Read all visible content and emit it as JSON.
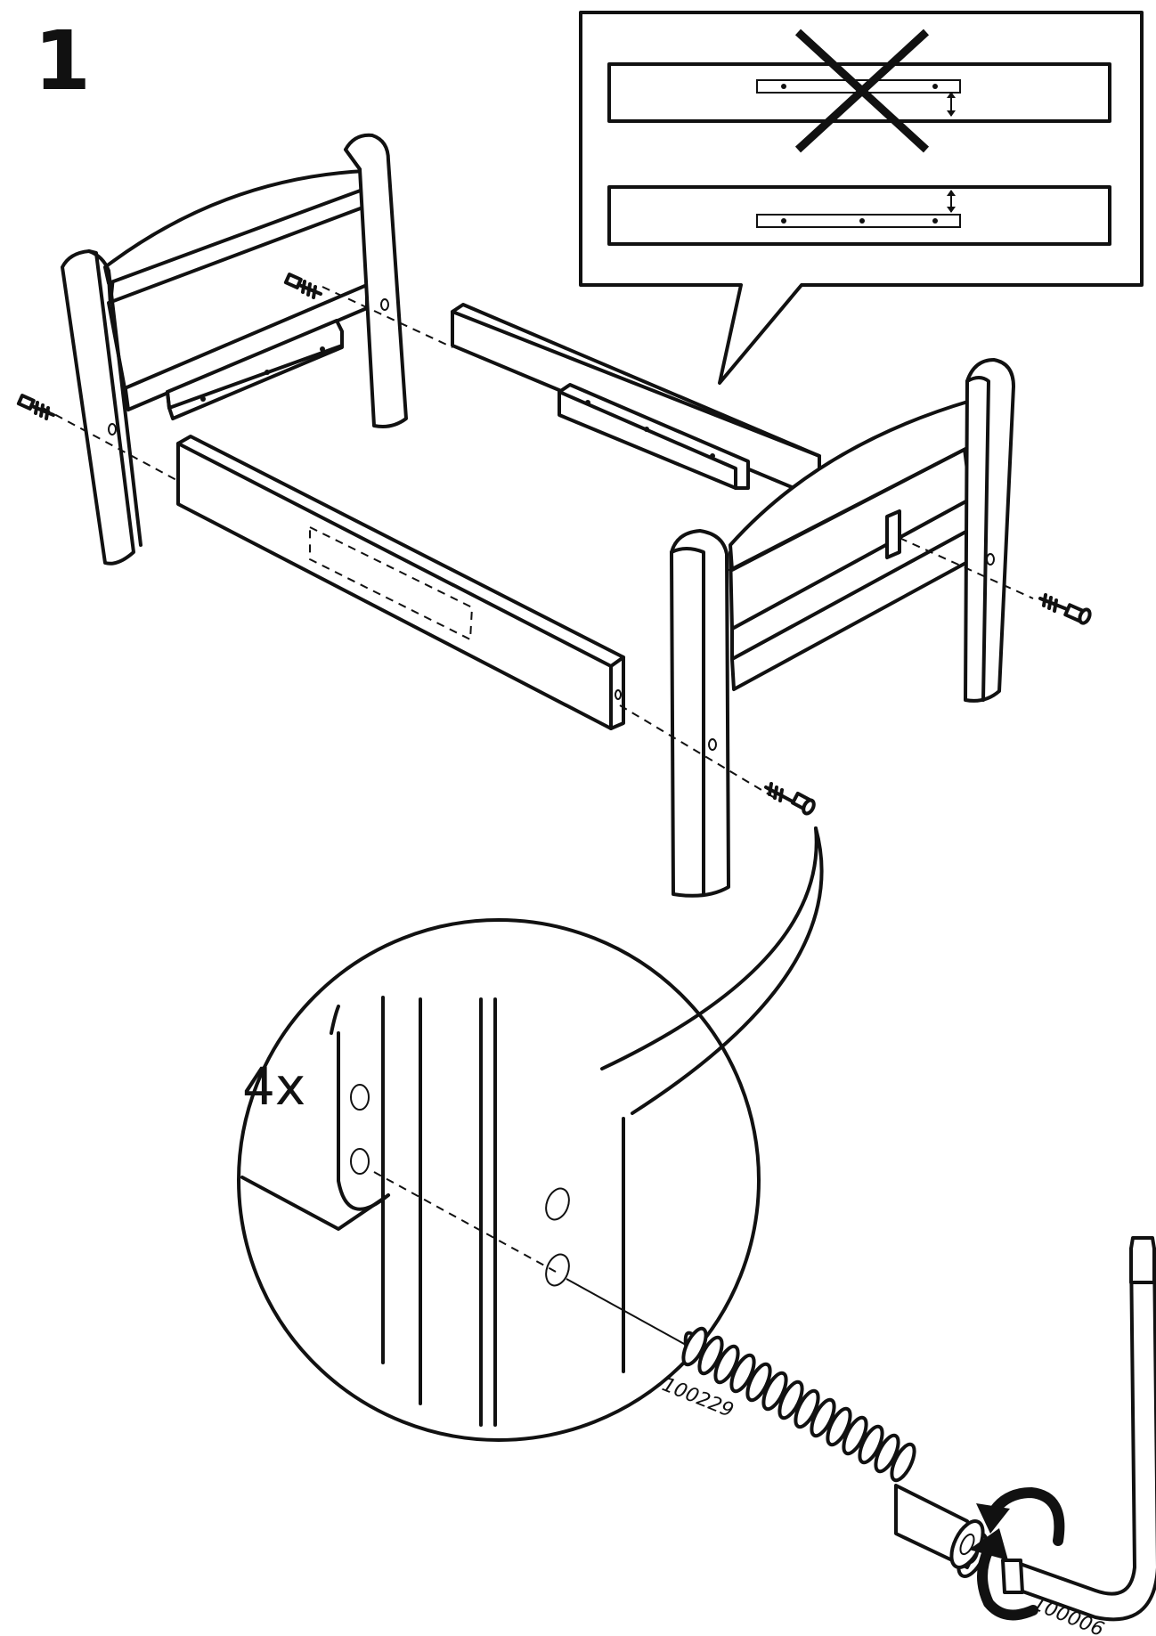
{
  "step_number": "1",
  "zoom_callout": {
    "quantity_label": "4x"
  },
  "parts": {
    "screw_id": "100229",
    "allen_key_id": "100006"
  },
  "icons": [
    "cross-mark-icon",
    "double-arrow-icon",
    "rotation-arrow-icon"
  ],
  "colors": {
    "line": "#111111",
    "background": "#ffffff"
  }
}
